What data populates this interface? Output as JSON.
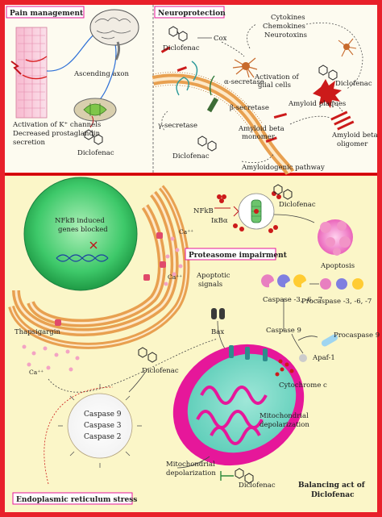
{
  "panels": {
    "pain": "Pain management",
    "neuro": "Neuroprotection",
    "proteasome": "Proteasome impairment",
    "er_stress": "Endoplasmic reticulum stress",
    "balance_line1": "Balancing act of",
    "balance_line2": "Diclofenac"
  },
  "pain_labels": {
    "ascending_axon": "Ascending axon",
    "activation_line1": "Activation of K⁺ channels",
    "activation_line2": "Decreased prostaglandin",
    "activation_line3": "secretion",
    "diclofenac": "Diclofenac"
  },
  "neuro_labels": {
    "diclofenac_top": "Diclofenac",
    "cox": "Cox",
    "cytokines": "Cytokines",
    "chemokines": "Chemokines",
    "neurotoxins": "Neurotoxins",
    "activation_glial1": "Activation of",
    "activation_glial2": "glial cells",
    "diclofenac_right": "Diclofenac",
    "alpha_secretase": "α-secretase",
    "beta_secretase": "β-secretase",
    "gamma_secretase": "γ-secretase",
    "amyloid_plaques": "Amyloid plaques",
    "amyloid_monomer1": "Amyloid beta",
    "amyloid_monomer2": "monomer",
    "amyloid_oligomer1": "Amyloid beta",
    "amyloid_oligomer2": "oligomer",
    "diclofenac_bottom": "Diclofenac",
    "amyloidogenic": "Amyloidogenic pathway"
  },
  "lower_labels": {
    "nfkb_line1": "NFkB induced",
    "nfkb_line2": "genes blocked",
    "nfkb": "NFkB",
    "ikba": "IκBα",
    "diclofenac_prot": "Diclofenac",
    "ca_1": "Ca⁺⁺",
    "ca_2": "Ca⁺⁺",
    "ca_3": "Ca⁺⁺",
    "apoptotic1": "Apoptotic",
    "apoptotic2": "signals",
    "apoptosis": "Apoptosis",
    "caspase_367": "Caspase -3, -6, -7",
    "procaspase_367": "Procaspase -3, -6, -7",
    "bax": "Bax",
    "caspase9": "Caspase 9",
    "procaspase9": "Procaspase 9",
    "apaf": "Apaf-1",
    "cytochrome": "Cytochrome c",
    "mito_depol1": "Mitochondrial",
    "mito_depol2": "depolarization",
    "thapsigargin": "Thapsigargin",
    "diclofenac_er": "Diclofenac",
    "casp9": "Caspase 9",
    "casp3": "Caspase 3",
    "casp2": "Caspase 2",
    "mito_bottom1": "Mitochondrial",
    "mito_bottom2": "depolarization",
    "diclofenac_bottom": "Diclofenac"
  },
  "colors": {
    "frame": "#e8202a",
    "panel_top": "#fdfbf0",
    "panel_bottom": "#fbf6c8",
    "mito": "#e6179a",
    "nucleus": "#3ec96a",
    "er": "#e8a050",
    "plaque": "#cc1a1a"
  }
}
